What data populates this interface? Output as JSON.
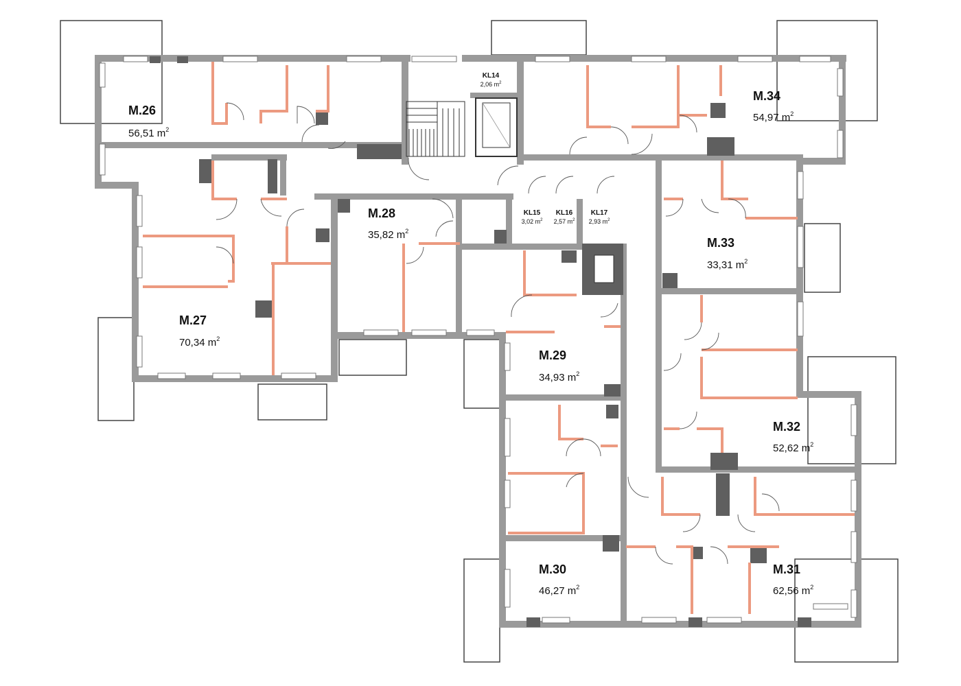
{
  "unit_superscript": "2",
  "apartments": [
    {
      "id": "M.26",
      "area": "56,51 m",
      "sup": "2"
    },
    {
      "id": "M.27",
      "area": "70,34 m",
      "sup": "2"
    },
    {
      "id": "M.28",
      "area": "35,82 m",
      "sup": "2"
    },
    {
      "id": "M.29",
      "area": "34,93 m",
      "sup": "2"
    },
    {
      "id": "M.30",
      "area": "46,27 m",
      "sup": "2"
    },
    {
      "id": "M.31",
      "area": "62,56 m",
      "sup": "2"
    },
    {
      "id": "M.32",
      "area": "52,62 m",
      "sup": "2"
    },
    {
      "id": "M.33",
      "area": "33,31 m",
      "sup": "2"
    },
    {
      "id": "M.34",
      "area": "54,97 m",
      "sup": "2"
    }
  ],
  "storage": [
    {
      "id": "KL14",
      "area": "2,06 m",
      "sup": "2"
    },
    {
      "id": "KL15",
      "area": "3,02 m",
      "sup": "2"
    },
    {
      "id": "KL16",
      "area": "2,57 m",
      "sup": "2"
    },
    {
      "id": "KL17",
      "area": "2,93 m",
      "sup": "2"
    }
  ]
}
